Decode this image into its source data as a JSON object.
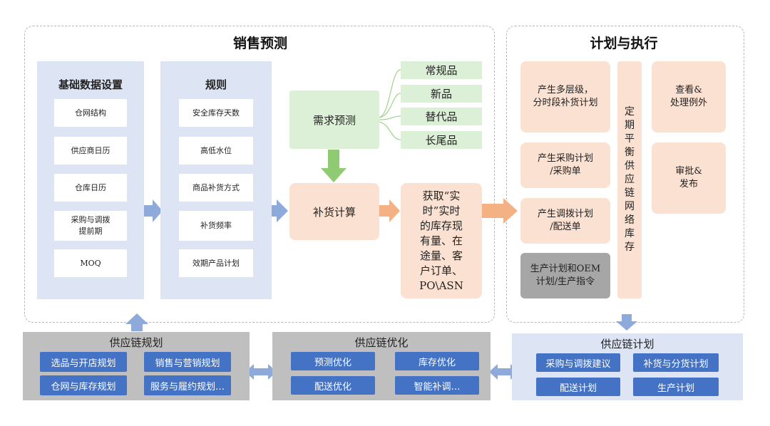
{
  "sales_forecast": {
    "title": "销售预测",
    "basic_data": {
      "title": "基础数据设置",
      "items": [
        "仓网结构",
        "供应商日历",
        "仓库日历",
        "采购与调拨\n提前期",
        "MOQ"
      ]
    },
    "rules": {
      "title": "规则",
      "items": [
        "安全库存天数",
        "高低水位",
        "商品补货方式",
        "补货频率",
        "效期产品计划"
      ]
    },
    "demand_forecast": "需求预测",
    "product_types": [
      "常规品",
      "新品",
      "替代品",
      "长尾品"
    ],
    "replenishment_calc": "补货计算",
    "realtime_data": "获取“实\n时”实时\n的库存现\n有量、在\n途量、客\n户订单、\nPO\\ASN"
  },
  "plan_execute": {
    "title": "计划与执行",
    "left_items": [
      "产生多层级，\n分时段补货计划",
      "产生采购计划\n/采购单",
      "产生调拨计划\n/配送单"
    ],
    "gray_item": "生产计划和OEM\n计划/生产指令",
    "vertical_bar": "定\n期\n平\n衡\n供\n应\n链\n网\n络\n库\n存",
    "right_items": [
      "查看&\n处理例外",
      "审批&\n发布"
    ]
  },
  "bottom": {
    "scp_planning": {
      "title": "供应链规划",
      "items": [
        "选品与开店规划",
        "销售与营销规划",
        "仓网与库存规划",
        "服务与履约规划…"
      ]
    },
    "scp_optimization": {
      "title": "供应链优化",
      "items": [
        "预测优化",
        "库存优化",
        "配送优化",
        "智能补调…"
      ]
    },
    "scp_plan": {
      "title": "供应链计划",
      "items": [
        "采购与调拨建议",
        "补货与分货计划",
        "配送计划",
        "生产计划"
      ]
    }
  },
  "colors": {
    "blue_arrow": "#8eaadb",
    "green_arrow": "#8fcb72",
    "orange_arrow": "#f4b183",
    "pill_blue": "#4472c4"
  }
}
